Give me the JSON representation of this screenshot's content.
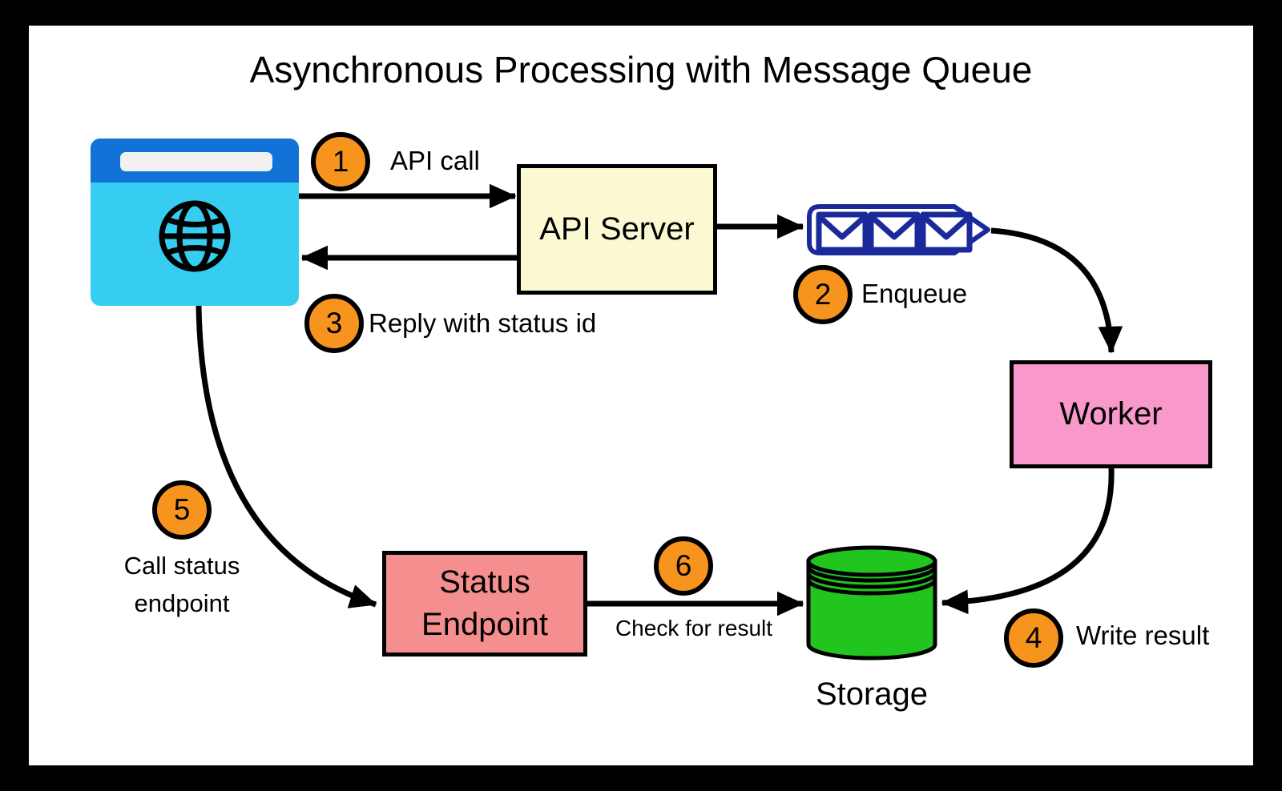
{
  "diagram": {
    "title": "Asynchronous Processing with Message Queue",
    "nodes": {
      "browser": {
        "type": "browser-icon",
        "topbar_color": "#1173D7",
        "body_color": "#36CDF1"
      },
      "api_server": {
        "label": "API Server",
        "fill": "#FBF9D1"
      },
      "queue": {
        "type": "message-queue-icon",
        "color": "#1B2A9B",
        "envelope_count": 3
      },
      "worker": {
        "label": "Worker",
        "fill": "#F898CB"
      },
      "status_endpoint": {
        "label": "Status Endpoint",
        "fill": "#F58F8F"
      },
      "storage": {
        "label": "Storage",
        "fill": "#22C41E"
      }
    },
    "steps": [
      {
        "number": "1",
        "label": "API call"
      },
      {
        "number": "2",
        "label": "Enqueue"
      },
      {
        "number": "3",
        "label": "Reply with status id"
      },
      {
        "number": "4",
        "label": "Write result"
      },
      {
        "number": "5",
        "label": "Call status endpoint"
      },
      {
        "number": "6",
        "label": "Check for result"
      }
    ],
    "step_circle_color": "#F7941D",
    "arrow_color": "#000000"
  }
}
